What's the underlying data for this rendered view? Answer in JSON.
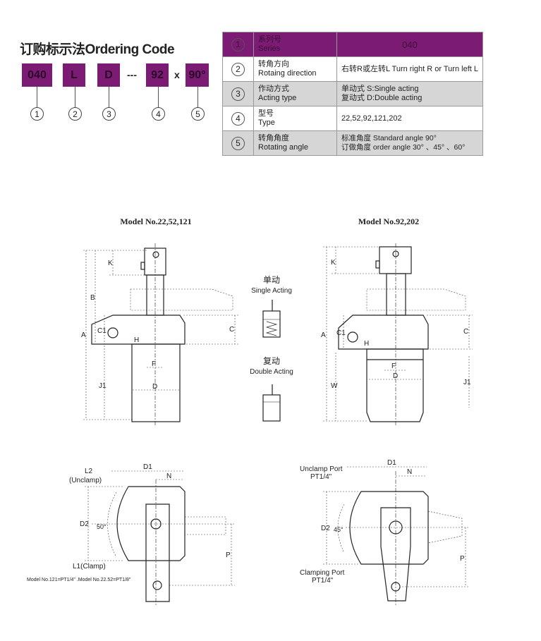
{
  "ordering": {
    "title": "订购标示法Ordering Code",
    "codes": [
      "040",
      "L",
      "D",
      "92",
      "90°"
    ],
    "dash": "---",
    "times": "x",
    "numbers": [
      "1",
      "2",
      "3",
      "4",
      "5"
    ]
  },
  "table": {
    "rows": [
      {
        "num": "1",
        "cn": "系列号",
        "en": "Series",
        "value": "040"
      },
      {
        "num": "2",
        "cn": "转角方向",
        "en": "Rotaing direction",
        "value": "右转R或左转L Turn right R or Turn left L"
      },
      {
        "num": "3",
        "cn": "作动方式",
        "en": "Acting type",
        "value": "单动式   S:Single acting",
        "value2": "复动式  D:Double acting"
      },
      {
        "num": "4",
        "cn": "型号",
        "en": "Type",
        "value": "22,52,92,121,202"
      },
      {
        "num": "5",
        "cn": "转角角度",
        "en": "Rotating angle",
        "value": "标准角度 Standard angle 90°",
        "value2": "订做角度 order angle 30°  、45°  、60°"
      }
    ]
  },
  "drawings": {
    "model_left": "Model No.22,52,121",
    "model_right": "Model No.92,202",
    "single_cn": "单动",
    "single_en": "Single Acting",
    "double_cn": "复动",
    "double_en": "Double Acting",
    "dims": {
      "A": "A",
      "B": "B",
      "K": "K",
      "C1": "C1",
      "C": "C",
      "H": "H",
      "F": "F",
      "D": "D",
      "J1": "J1",
      "W": "W",
      "D1": "D1",
      "N": "N",
      "D2": "D2",
      "P": "P"
    },
    "angle_left": "50°",
    "angle_right": "45°",
    "l2": "L2",
    "unclamp": "(Unclamp)",
    "l1": "L1(Clamp)",
    "footnote": "Model No.121=PT1/4\" .Model No.22.52=PT1/8\"",
    "unclamp_port": "Unclamp Port",
    "clamping_port": "Clamping Port",
    "port_size": "PT1/4\""
  },
  "colors": {
    "brand": "#7b1b73",
    "row_gray": "#d6d6d6"
  }
}
